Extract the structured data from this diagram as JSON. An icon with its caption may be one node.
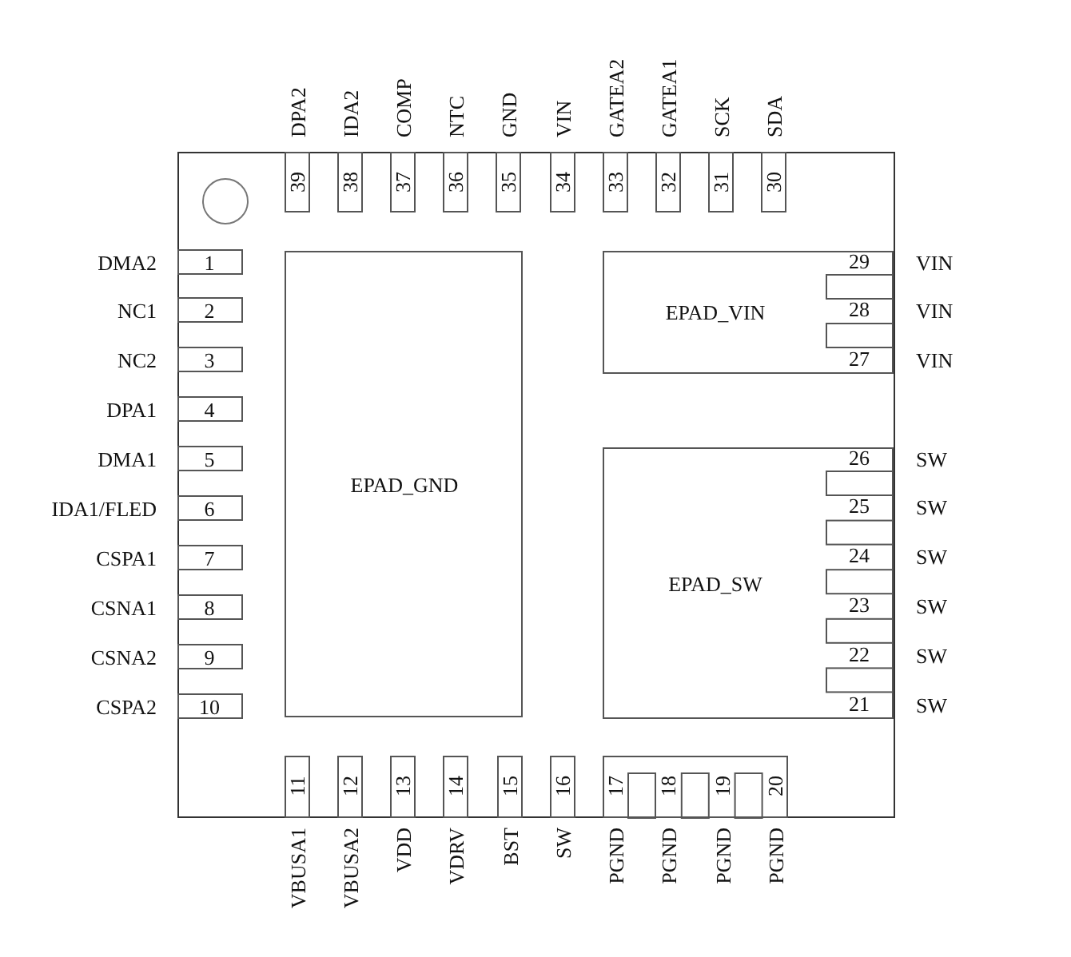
{
  "diagram": {
    "nodes": [
      {
        "text": [],
        "shape": "box"
      },
      {
        "text": [
          "39"
        ],
        "in": 0,
        "beside": [
          "DPA2"
        ]
      },
      {
        "text": [
          "38"
        ],
        "in": 0,
        "beside": [
          "IDA2"
        ]
      },
      {
        "text": [
          "37"
        ],
        "in": 0,
        "beside": [
          "COMP"
        ]
      },
      {
        "text": [
          "36"
        ],
        "in": 0,
        "beside": [
          "NTC"
        ]
      },
      {
        "text": [
          "35"
        ],
        "in": 0,
        "beside": [
          "GND"
        ]
      },
      {
        "text": [
          "34"
        ],
        "in": 0,
        "beside": [
          "VIN"
        ]
      },
      {
        "text": [
          "33"
        ],
        "in": 0,
        "beside": [
          "GATEA2"
        ]
      },
      {
        "text": [
          "32"
        ],
        "in": 0,
        "beside": [
          "GATEA1"
        ]
      },
      {
        "text": [
          "31"
        ],
        "in": 0,
        "beside": [
          "SCK"
        ]
      },
      {
        "text": [
          "30"
        ],
        "in": 0,
        "beside": [
          "SDA"
        ]
      },
      {
        "text": [
          "1"
        ],
        "in": 0,
        "beside": [
          "DMA2"
        ]
      },
      {
        "text": [
          "2"
        ],
        "in": 0,
        "beside": [
          "NC1"
        ]
      },
      {
        "text": [
          "3"
        ],
        "in": 0,
        "beside": [
          "NC2"
        ]
      },
      {
        "text": [
          "4"
        ],
        "in": 0,
        "beside": [
          "DPA1"
        ]
      },
      {
        "text": [
          "5"
        ],
        "in": 0,
        "beside": [
          "DMA1"
        ]
      },
      {
        "text": [
          "6"
        ],
        "in": 0,
        "beside": [
          "IDA1/FLED"
        ]
      },
      {
        "text": [
          "7"
        ],
        "in": 0,
        "beside": [
          "CSPA1"
        ]
      },
      {
        "text": [
          "8"
        ],
        "in": 0,
        "beside": [
          "CSNA1"
        ]
      },
      {
        "text": [
          "9"
        ],
        "in": 0,
        "beside": [
          "CSNA2"
        ]
      },
      {
        "text": [
          "10"
        ],
        "in": 0,
        "beside": [
          "CSPA2"
        ]
      },
      {
        "text": [
          "EPAD_GND"
        ],
        "in": 0
      },
      {
        "text": [
          "EPAD_VIN"
        ],
        "in": 0
      },
      {
        "text": [
          "29"
        ],
        "in": 22,
        "beside": [
          "VIN"
        ]
      },
      {
        "text": [
          "28"
        ],
        "in": 22,
        "beside": [
          "VIN"
        ]
      },
      {
        "text": [
          "27"
        ],
        "in": 22,
        "beside": [
          "VIN"
        ]
      },
      {
        "text": [
          "EPAD_SW"
        ],
        "in": 0
      },
      {
        "text": [
          "26"
        ],
        "in": 26,
        "beside": [
          "SW"
        ]
      },
      {
        "text": [
          "25"
        ],
        "in": 26,
        "beside": [
          "SW"
        ]
      },
      {
        "text": [
          "24"
        ],
        "in": 26,
        "beside": [
          "SW"
        ]
      },
      {
        "text": [
          "23"
        ],
        "in": 26,
        "beside": [
          "SW"
        ]
      },
      {
        "text": [
          "22"
        ],
        "in": 26,
        "beside": [
          "SW"
        ]
      },
      {
        "text": [
          "21"
        ],
        "in": 26,
        "beside": [
          "SW"
        ]
      },
      {
        "text": [
          "11"
        ],
        "in": 0,
        "beside": [
          "VBUSA1"
        ]
      },
      {
        "text": [
          "12"
        ],
        "in": 0,
        "beside": [
          "VBUSA2"
        ]
      },
      {
        "text": [
          "13"
        ],
        "in": 0,
        "beside": [
          "VDD"
        ]
      },
      {
        "text": [
          "14"
        ],
        "in": 0,
        "beside": [
          "VDRV"
        ]
      },
      {
        "text": [
          "15"
        ],
        "in": 0,
        "beside": [
          "BST"
        ]
      },
      {
        "text": [
          "16"
        ],
        "in": 0,
        "beside": [
          "SW"
        ]
      },
      {
        "text": [],
        "shape": "box",
        "in": 0
      },
      {
        "text": [
          "17"
        ],
        "in": 39,
        "beside": [
          "PGND"
        ]
      },
      {
        "text": [
          "18"
        ],
        "in": 39,
        "beside": [
          "PGND"
        ]
      },
      {
        "text": [
          "19"
        ],
        "in": 39,
        "beside": [
          "PGND"
        ]
      },
      {
        "text": [
          "20"
        ],
        "in": 39,
        "beside": [
          "PGND"
        ]
      }
    ]
  }
}
